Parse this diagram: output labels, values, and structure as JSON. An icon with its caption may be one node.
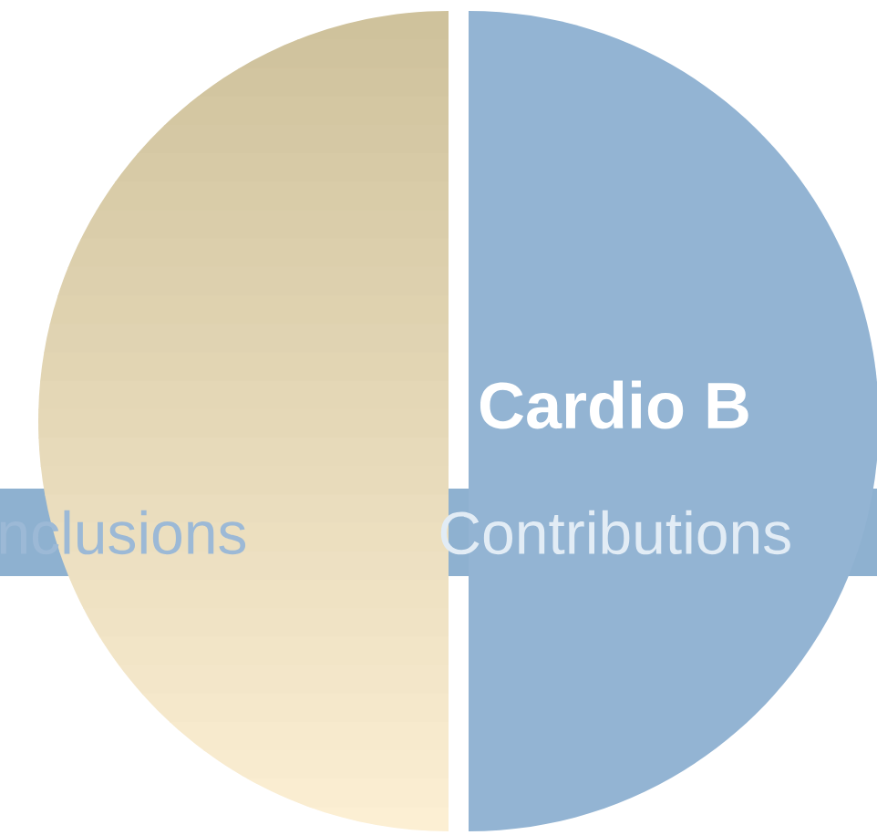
{
  "diagram": {
    "nodes": [
      {
        "text": [],
        "shape": "semicircle"
      },
      {
        "text": [
          "Cardio B"
        ]
      },
      {
        "text": [
          "nclusions"
        ]
      },
      {
        "text": [
          "Contributions"
        ]
      }
    ]
  }
}
